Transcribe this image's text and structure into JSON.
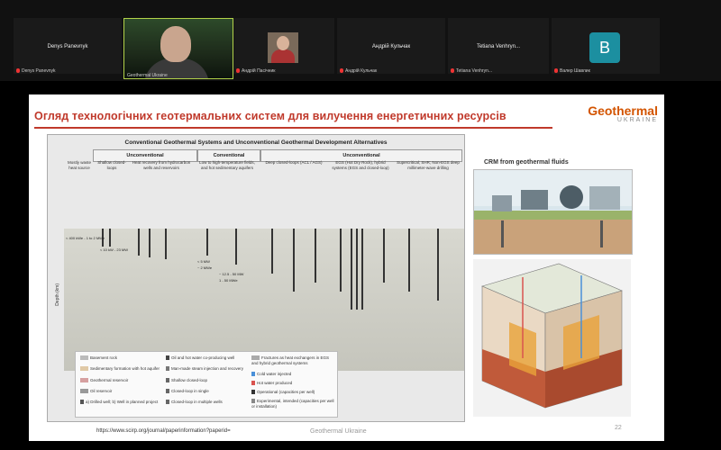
{
  "participants": [
    {
      "name": "Denys Panevnyk",
      "footer": "Denys Panevnyk"
    },
    {
      "name": "",
      "footer": "Geothermal Ukraine"
    },
    {
      "name": "",
      "footer": "Андрій Пасічник"
    },
    {
      "name": "Андрій Кульчак",
      "footer": "Андрій Кульчак"
    },
    {
      "name": "Tetiana Venhryn...",
      "footer": "Tetiana Venhryn..."
    },
    {
      "name": "",
      "footer": "Валер Шавлик",
      "avatar_letter": "B"
    }
  ],
  "slide": {
    "title": "Огляд технологічних геотермальних систем для вилучення енергетичних ресурсів",
    "logo_main": "Geothermal",
    "logo_sub": "UKRAINE",
    "diagram": {
      "title": "Conventional Geothermal Systems and Unconventional Geothermal Development Alternatives",
      "groups": [
        "Unconventional",
        "Conventional",
        "Unconventional"
      ],
      "columns": [
        "Mostly waste heat source",
        "Shallow closed-loops",
        "Heat recovery from hydrocarbon wells and reservoirs",
        "Low to high-temperature fields, and hot sedimentary aquifers",
        "Deep closed-loops (ACL / AGS)",
        "EGS (Hot Dry Rock), hybrid systems (EGS and closed-loop)",
        "Supercritical; SHR; Non-EGS deep millimeter-wave drilling"
      ],
      "depth_label": "Depth (km)",
      "annotations": [
        "< 400 kWe - 1 to 2 MWe",
        "< 10 kW - 23 MW",
        "< 5 MW",
        "~ 2 MWe",
        "~ 12.5 - 50 MW",
        "1 - 50 MWe"
      ],
      "legend": [
        "Basement rock",
        "Sedimentary formation with hot aquifer",
        "Geothermal reservoir",
        "Oil reservoir",
        "a) Drilled well; b) Well in planned project",
        "Oil and hot water co-producing well",
        "Man-made steam injection and recovery",
        "Shallow closed-loop",
        "Closed-loop in single",
        "Closed-loop in multiple wells",
        "Fractures as heat exchangers in EGS and hybrid geothermal systems",
        "Cold water injected",
        "Hot water produced",
        "Operational (capacities per well)",
        "Experimental, intended (capacities per well or installation)"
      ]
    },
    "crm_title": "CRM from geothermal fluids",
    "url": "https://www.scirp.org/journal/paperinformation?paperid=",
    "footer": "Geothermal Ukraine",
    "page_number": "22"
  },
  "colors": {
    "title": "#c0392b",
    "logo": "#d35400",
    "speaker_border": "#b3d34a",
    "avatar": "#1c8fa0"
  }
}
